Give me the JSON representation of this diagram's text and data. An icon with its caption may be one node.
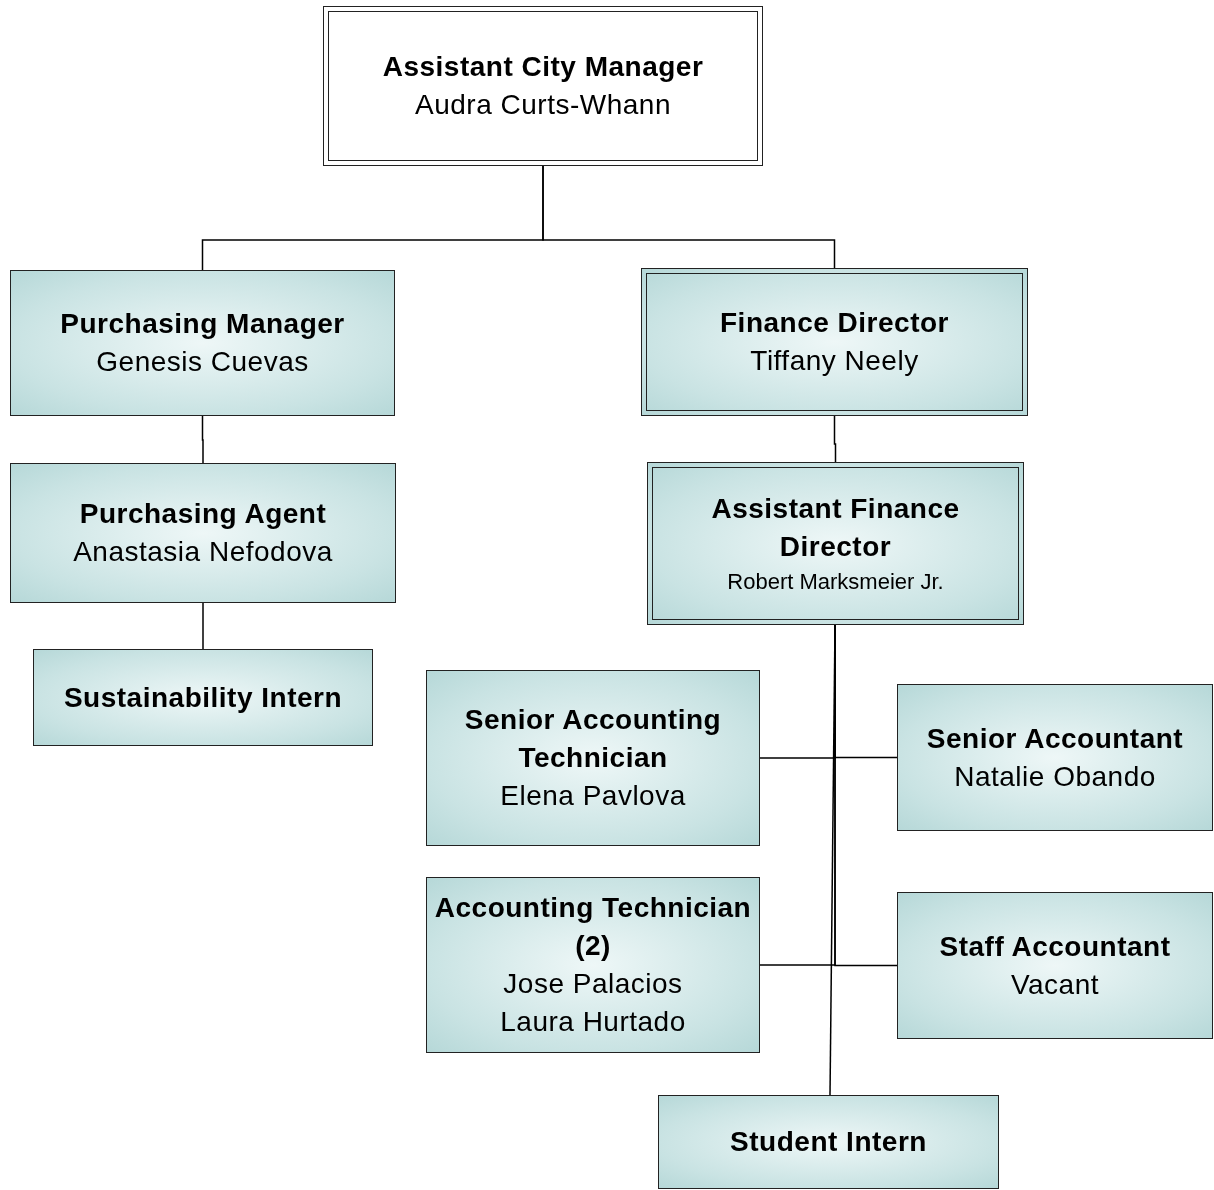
{
  "diagram": {
    "nodes": [
      {
        "text": [
          "Assistant City Manager",
          "Audra Curts-Whann"
        ]
      },
      {
        "text": [
          "Purchasing Manager",
          "Genesis Cuevas"
        ]
      },
      {
        "text": [
          "Finance Director",
          "Tiffany Neely"
        ]
      },
      {
        "text": [
          "Purchasing Agent",
          "Anastasia Nefodova"
        ]
      },
      {
        "text": [
          "Sustainability Intern"
        ]
      },
      {
        "text": [
          "Assistant Finance Director",
          "Robert Marksmeier Jr."
        ]
      },
      {
        "text": [
          "Senior Accounting Technician",
          "Elena Pavlova"
        ]
      },
      {
        "text": [
          "Senior Accountant",
          "Natalie Obando"
        ]
      },
      {
        "text": [
          "Accounting Technician (2)",
          "Jose Palacios",
          "Laura Hurtado"
        ]
      },
      {
        "text": [
          "Staff Accountant",
          "Vacant"
        ]
      },
      {
        "text": [
          "Student Intern"
        ]
      }
    ],
    "edges": [
      {
        "from": 0,
        "to": 1,
        "arrow": "none"
      },
      {
        "from": 0,
        "to": 2,
        "arrow": "none"
      },
      {
        "from": 1,
        "to": 3,
        "arrow": "none"
      },
      {
        "from": 3,
        "to": 4,
        "arrow": "none"
      },
      {
        "from": 2,
        "to": 5,
        "arrow": "none"
      },
      {
        "from": 5,
        "to": 6,
        "arrow": "none"
      },
      {
        "from": 5,
        "to": 7,
        "arrow": "none"
      },
      {
        "from": 5,
        "to": 8,
        "arrow": "none"
      },
      {
        "from": 5,
        "to": 9,
        "arrow": "none"
      },
      {
        "from": 5,
        "to": 10,
        "arrow": "none"
      }
    ]
  }
}
